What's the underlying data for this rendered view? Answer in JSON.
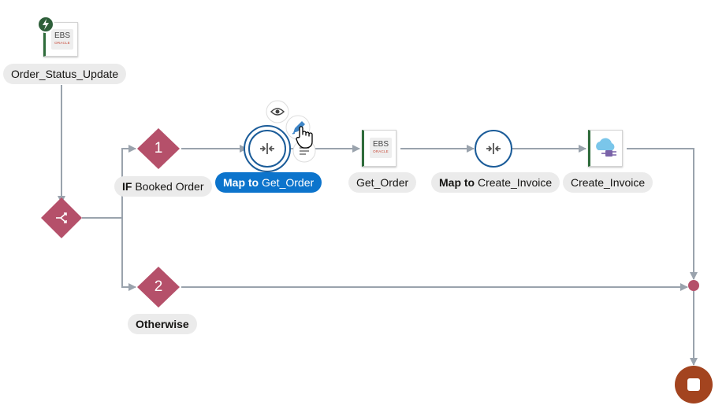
{
  "trigger": {
    "name": "Order_Status_Update",
    "adapter": "EBS",
    "vendor": "ORACLE"
  },
  "switch": {
    "branches": [
      {
        "number": "1",
        "condition_keyword": "IF",
        "condition_text": " Booked Order"
      },
      {
        "number": "2",
        "condition_keyword": "",
        "condition_text": "Otherwise"
      }
    ]
  },
  "nodes": {
    "map_get_order": {
      "prefix": "Map to",
      "target": " Get_Order",
      "selected": true
    },
    "get_order": {
      "name": "Get_Order",
      "adapter": "EBS",
      "vendor": "ORACLE"
    },
    "map_create_invoice": {
      "prefix": "Map to",
      "target": " Create_Invoice"
    },
    "create_invoice": {
      "name": "Create_Invoice"
    }
  },
  "hover_actions": [
    "eye-icon",
    "edit-icon",
    "notes-icon"
  ],
  "colors": {
    "line": "#9aa3ad",
    "switch": "#b5506a",
    "trigger_badge": "#2e5f3a",
    "selected": "#0c74cc",
    "map_ring": "#1b5c99",
    "end": "#a3441f"
  }
}
